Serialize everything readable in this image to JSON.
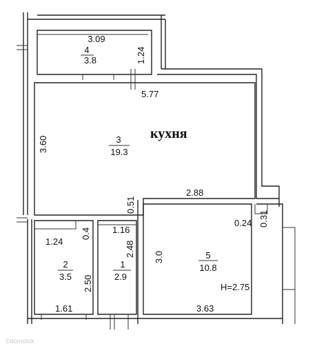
{
  "plan": {
    "kitchen_label": "кухня",
    "ceiling_height": "H=2.75",
    "rooms": [
      {
        "id": "4",
        "area": "3.8"
      },
      {
        "id": "3",
        "area": "19.3"
      },
      {
        "id": "2",
        "area": "3.5"
      },
      {
        "id": "1",
        "area": "2.9"
      },
      {
        "id": "5",
        "area": "10.8"
      }
    ],
    "dimensions": [
      "3.09",
      "1.24",
      "5.77",
      "3.60",
      "2.88",
      "0.51",
      "1.16",
      "0.4",
      "1.24",
      "2.50",
      "1.61",
      "2.48",
      "3.0",
      "0.24",
      "0.31",
      "3.63"
    ],
    "watermark": "©domclick"
  }
}
